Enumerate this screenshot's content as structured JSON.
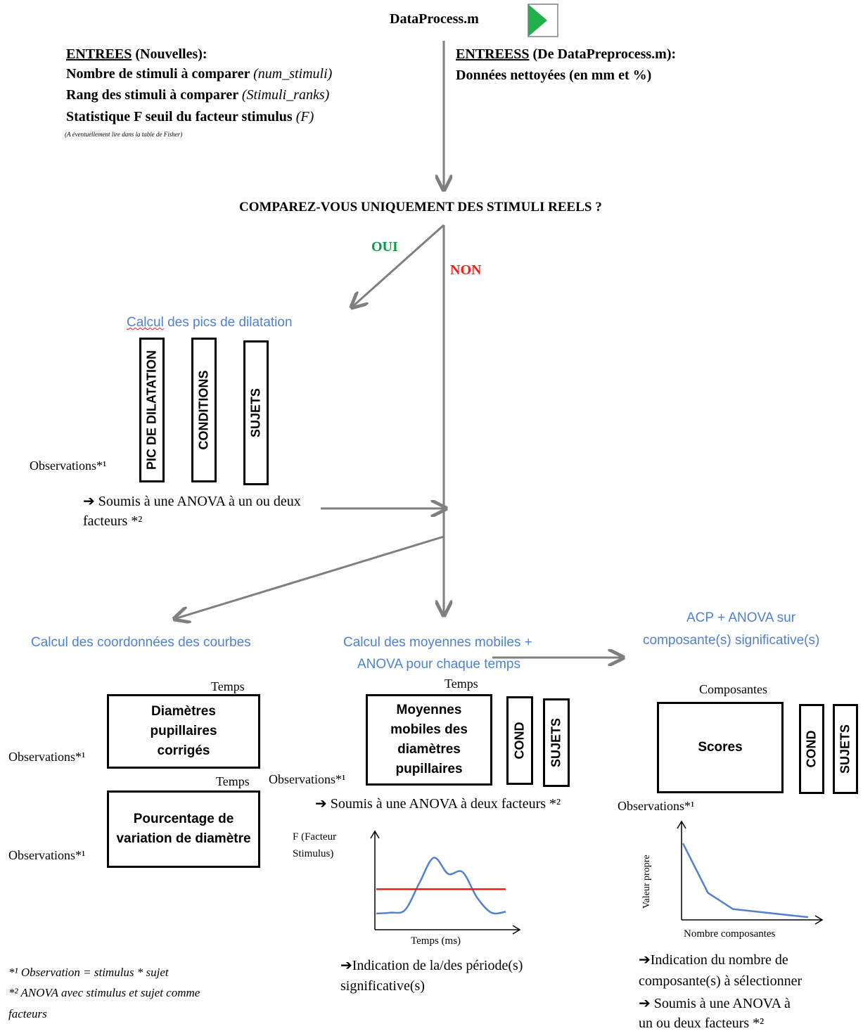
{
  "header": {
    "script_name": "DataProcess.m"
  },
  "inputs_new": {
    "title_underlined": "ENTREES",
    "title_rest": " (Nouvelles):",
    "line1_bold": "Nombre de stimuli à comparer ",
    "line1_var": "(num_stimuli)",
    "line2_bold": "Rang des stimuli à comparer ",
    "line2_var": "(Stimuli_ranks)",
    "line3_bold": "Statistique F seuil du facteur stimulus ",
    "line3_var": "(F)",
    "note": "(A éventuellement lire dans la table de Fisher)"
  },
  "inputs_pre": {
    "title_underlined": "ENTREESS",
    "title_rest": " (De DataPreprocess.m):",
    "line1": "Données nettoyées (en mm et %)"
  },
  "question": "COMPAREZ-VOUS UNIQUEMENT DES STIMULI REELS ?",
  "branch_yes": "OUI",
  "branch_no": "NON",
  "peaks": {
    "title_word1": "Calcul",
    "title_rest": " des pics de dilatation",
    "col1": "PIC DE DILATATION",
    "col2": "CONDITIONS",
    "col3": "SUJETS",
    "rows_label": "Observations*¹",
    "anova_line1": "➔ Soumis à une ANOVA à un ou deux",
    "anova_line2": "facteurs *²"
  },
  "curves": {
    "title": "Calcul des coordonnées des courbes",
    "box1_cols": "Temps",
    "box1": "Diamètres pupillaires corrigés",
    "box1_rows": "Observations*¹",
    "box2_cols": "Temps",
    "box2": "Pourcentage de variation de diamètre",
    "box2_rows": "Observations*¹"
  },
  "moving": {
    "title_line1": "Calcul des moyennes mobiles +",
    "title_line2": "ANOVA pour chaque temps",
    "box_cols": "Temps",
    "box": "Moyennes mobiles des diamètres pupillaires",
    "cond": "COND",
    "subjects": "SUJETS",
    "rows_label": "Observations*¹",
    "anova": "➔ Soumis à une ANOVA à deux facteurs  *²",
    "chart_ylabel_line1": "F (Facteur",
    "chart_ylabel_line2": "Stimulus)",
    "chart_xlabel": "Temps (ms)",
    "result_line1": "➔Indication de la/des période(s)",
    "result_line2": "significative(s)"
  },
  "pca": {
    "title_line1": "ACP + ANOVA sur",
    "title_line2": "composante(s) significative(s)",
    "box_cols": "Composantes",
    "box": "Scores",
    "cond": "COND",
    "subjects": "SUJETS",
    "rows_label": "Observations*¹",
    "chart_ylabel": "Valeur propre",
    "chart_xlabel": "Nombre composantes",
    "result_line1": "➔Indication du nombre de",
    "result_line2": "composante(s) à sélectionner",
    "result_line3": "➔ Soumis à une ANOVA à",
    "result_line4": "un ou deux facteurs *²"
  },
  "footnotes": {
    "note1": "*¹ Observation = stimulus * sujet",
    "note2_line1": "*² ANOVA avec stimulus et sujet comme",
    "note2_line2": "facteurs"
  },
  "chart_data": [
    {
      "type": "line",
      "series": [
        {
          "values": [
            0.18,
            0.19,
            0.22,
            0.52,
            0.8,
            0.62,
            0.64,
            0.36,
            0.19,
            0.2
          ]
        },
        {
          "values": [
            0.45,
            0.45,
            0.45,
            0.45,
            0.45,
            0.45,
            0.45,
            0.45,
            0.45,
            0.45
          ]
        }
      ],
      "colors": [
        "#4f81d0",
        "#e02020"
      ],
      "xlabel": "Temps (ms)",
      "ylabel": "F (Facteur Stimulus)"
    },
    {
      "type": "line",
      "series": [
        {
          "values": [
            0.85,
            0.3,
            0.12,
            0.09,
            0.06,
            0.03
          ]
        }
      ],
      "colors": [
        "#4f81d0"
      ],
      "xlabel": "Nombre composantes",
      "ylabel": "Valeur propre"
    }
  ],
  "colors": {
    "arrow": "#7f7f7f",
    "accent_blue": "#4f81d0",
    "yes_green": "#00a04a",
    "no_red": "#ff1a1a",
    "play_green": "#21b04b"
  },
  "icons": {
    "run": "play-icon"
  }
}
